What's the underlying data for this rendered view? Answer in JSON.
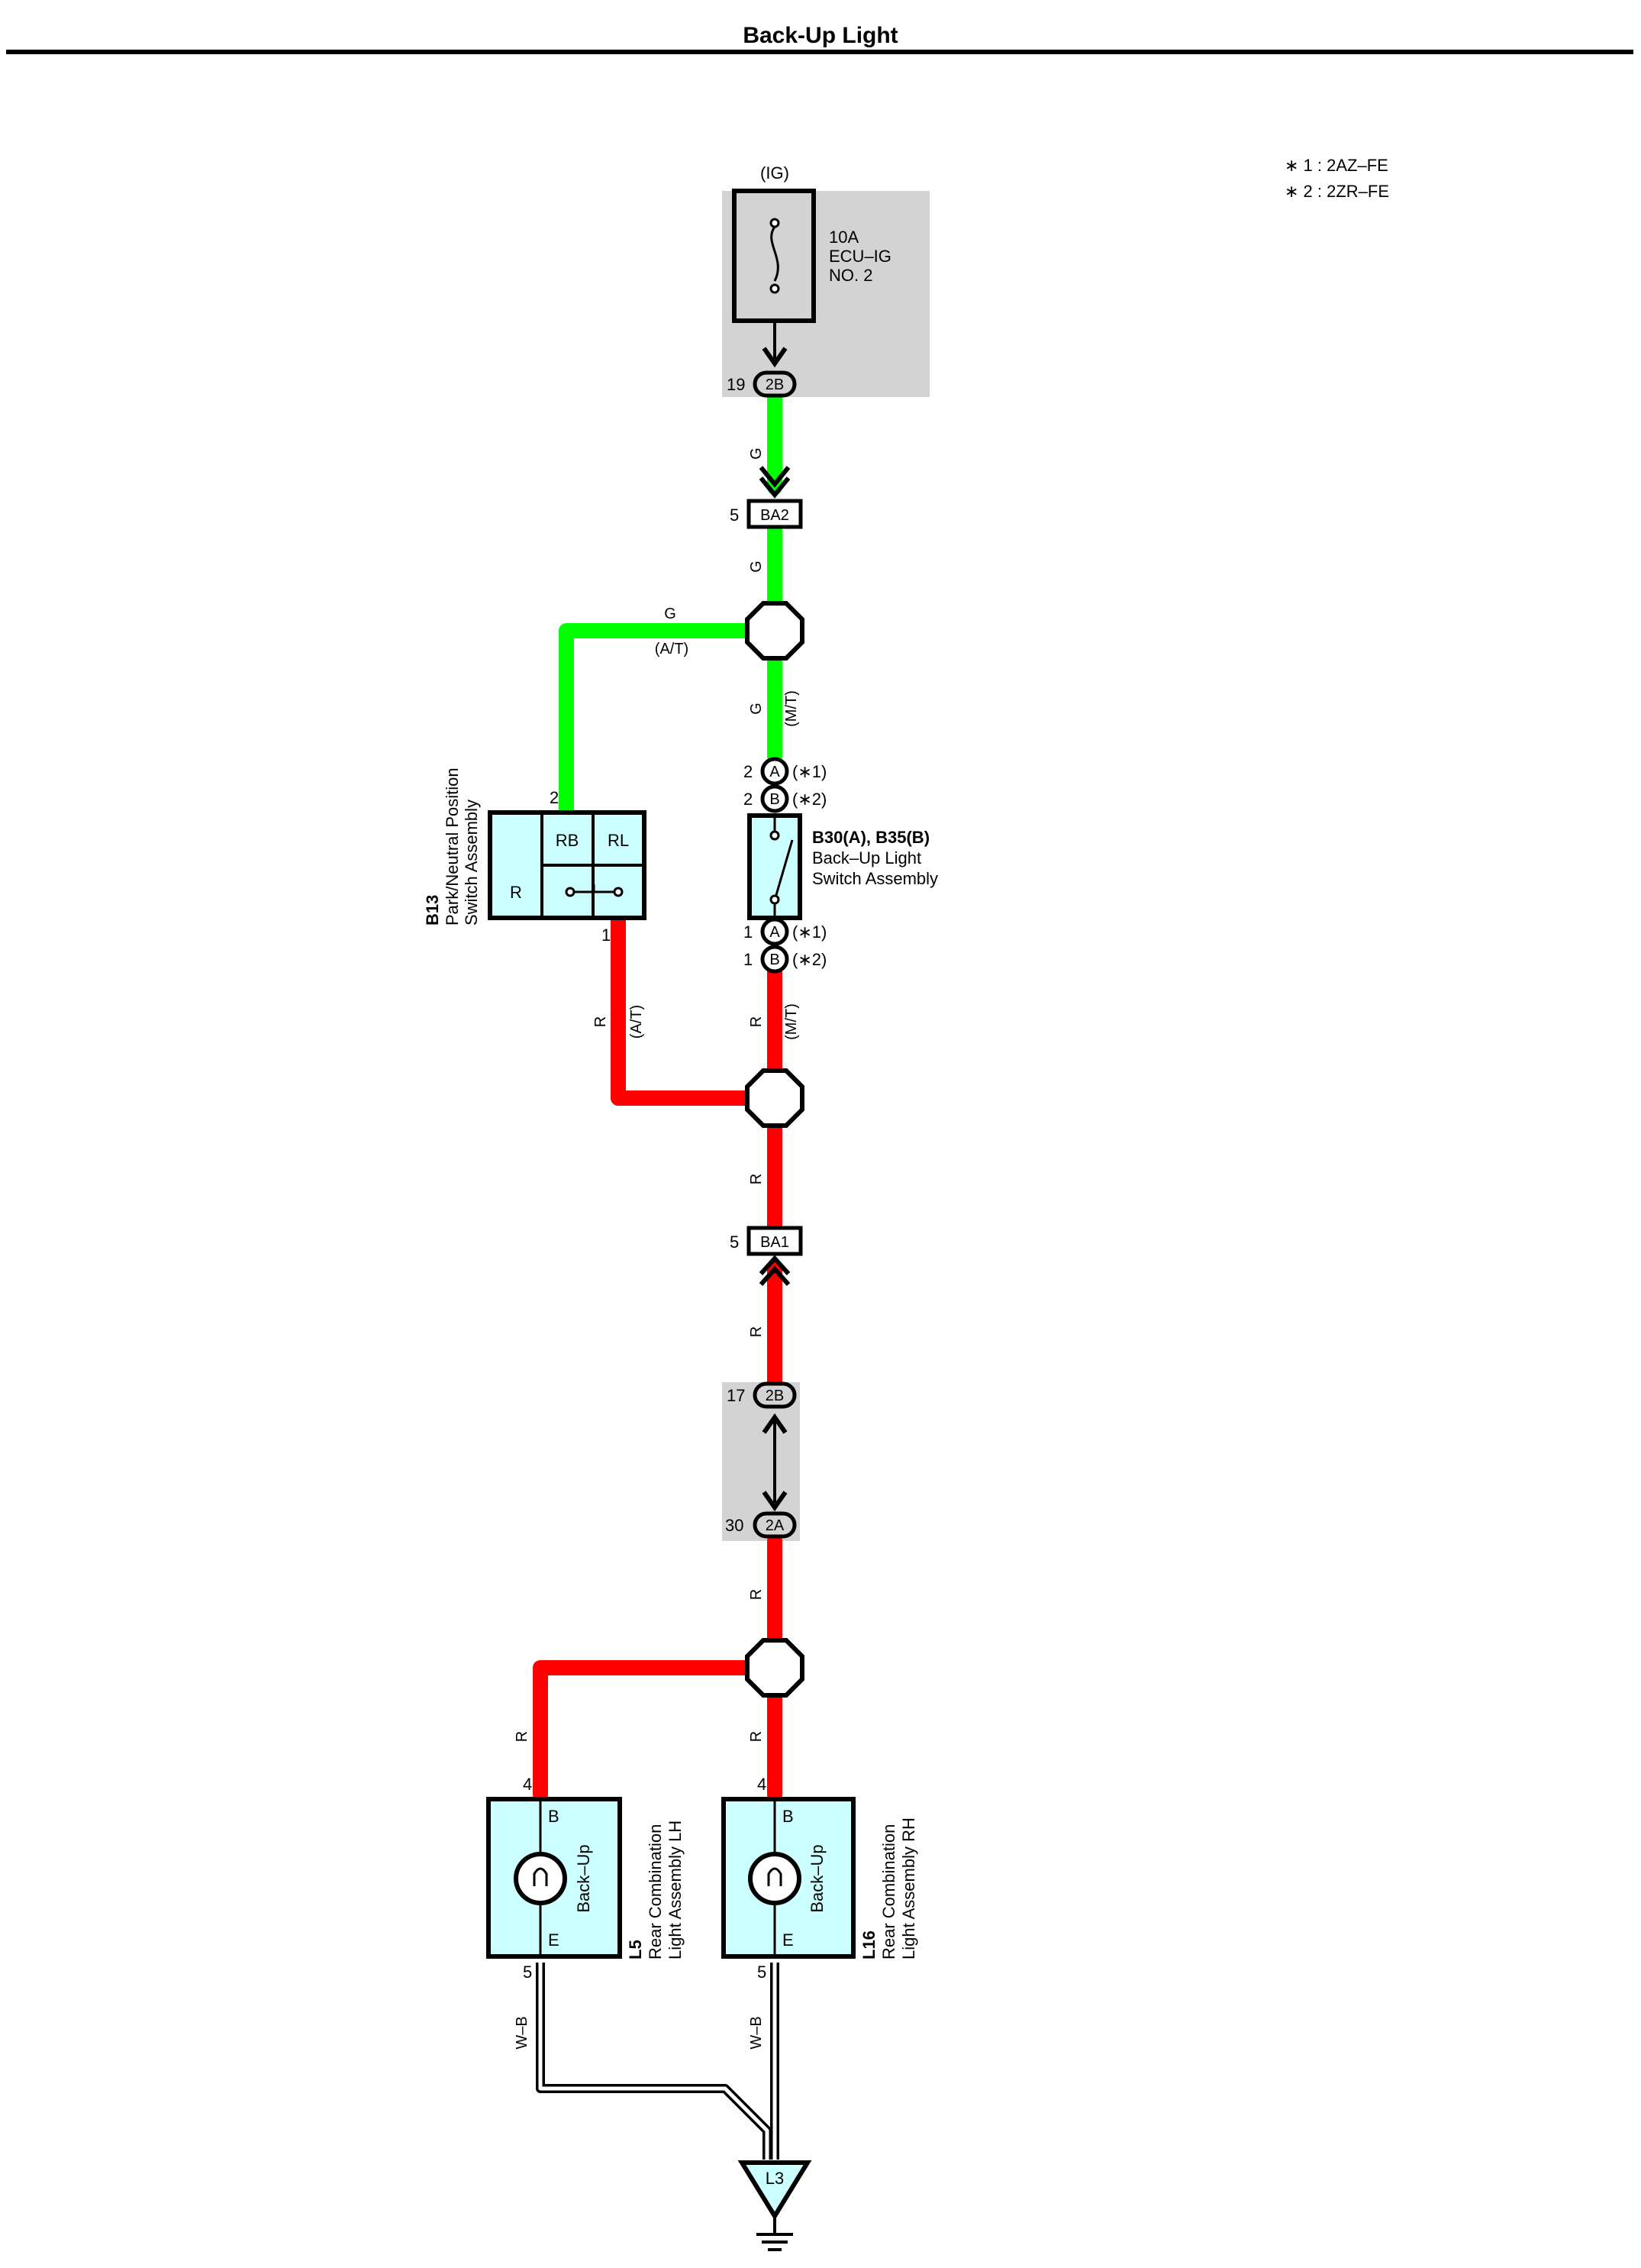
{
  "title": "Back-Up Light",
  "notes": [
    "∗ 1 : 2AZ–FE",
    "∗ 2 : 2ZR–FE"
  ],
  "colors": {
    "green_wire": "#00ff00",
    "red_wire": "#ff0000",
    "component_fill": "#ccffff",
    "junction_block": "#d3d3d3"
  },
  "power": {
    "source": "(IG)",
    "fuse_rating": "10A",
    "fuse_name": "ECU–IG",
    "fuse_no": "NO. 2"
  },
  "connectors": {
    "jb_top": {
      "pin": "19",
      "id": "2B"
    },
    "ba2": {
      "pin": "5",
      "id": "BA2"
    },
    "ba1": {
      "pin": "5",
      "id": "BA1"
    },
    "jb_mid_top": {
      "pin": "17",
      "id": "2B"
    },
    "jb_mid_bot": {
      "pin": "30",
      "id": "2A"
    }
  },
  "wires": {
    "g": "G",
    "r": "R",
    "wb": "W–B",
    "at": "(A/T)",
    "mt": "(M/T)"
  },
  "park_neutral": {
    "code": "B13",
    "name_line1": "Park/Neutral Position",
    "name_line2": "Switch Assembly",
    "pin_in": "2",
    "pin_out": "1",
    "rb": "RB",
    "rl": "RL",
    "r": "R"
  },
  "backup_switch": {
    "code": "B30(A), B35(B)",
    "name_line1": "Back–Up Light",
    "name_line2": "Switch Assembly",
    "pin_top": "2",
    "pin_bot": "1",
    "conn_a": "A",
    "conn_b": "B",
    "note1": "(∗1)",
    "note2": "(∗2)"
  },
  "lamp_lh": {
    "code": "L5",
    "name_line1": "Rear Combination",
    "name_line2": "Light Assembly LH",
    "pin_b": "4",
    "pin_e": "5",
    "b": "B",
    "e": "E",
    "lamp": "Back–Up"
  },
  "lamp_rh": {
    "code": "L16",
    "name_line1": "Rear Combination",
    "name_line2": "Light Assembly RH",
    "pin_b": "4",
    "pin_e": "5",
    "b": "B",
    "e": "E",
    "lamp": "Back–Up"
  },
  "ground": {
    "id": "L3"
  }
}
